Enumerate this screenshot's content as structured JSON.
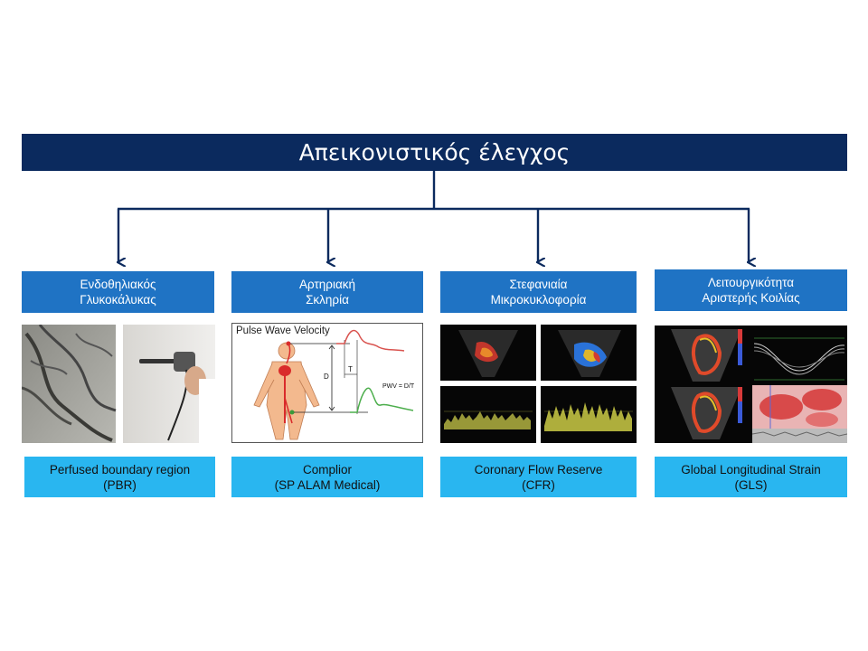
{
  "title": "Απεικονιστικός έλεγχος",
  "columns": [
    {
      "category": [
        "Ενδοθηλιακός",
        "Γλυκοκάλυκας"
      ],
      "method": [
        "Perfused boundary region",
        "(PBR)"
      ],
      "image": "glycocalyx-microscopy-and-handheld-camera-photo"
    },
    {
      "category": [
        "Αρτηριακή",
        "Σκληρία"
      ],
      "method": [
        "Complior",
        "(SP ALAM Medical)"
      ],
      "image": "pulse-wave-velocity-diagram",
      "pwv": {
        "title": "Pulse Wave Velocity",
        "d": "D",
        "t": "T",
        "formula": "PWV = D/T"
      }
    },
    {
      "category": [
        "Στεφανιαία",
        "Μικροκυκλοφορία"
      ],
      "method": [
        "Coronary Flow Reserve",
        "(CFR)"
      ],
      "image": "doppler-echocardiography-panels"
    },
    {
      "category": [
        "Λειτουργικότητα",
        "Αριστερής Κοιλίας"
      ],
      "method": [
        "Global Longitudinal Strain",
        "(GLS)"
      ],
      "image": "strain-echocardiography-panels"
    }
  ],
  "colors": {
    "title_bg": "#0b2a5e",
    "connector": "#0b2a5e",
    "category_bg": "#1f73c4",
    "method_bg": "#29b6f0"
  }
}
